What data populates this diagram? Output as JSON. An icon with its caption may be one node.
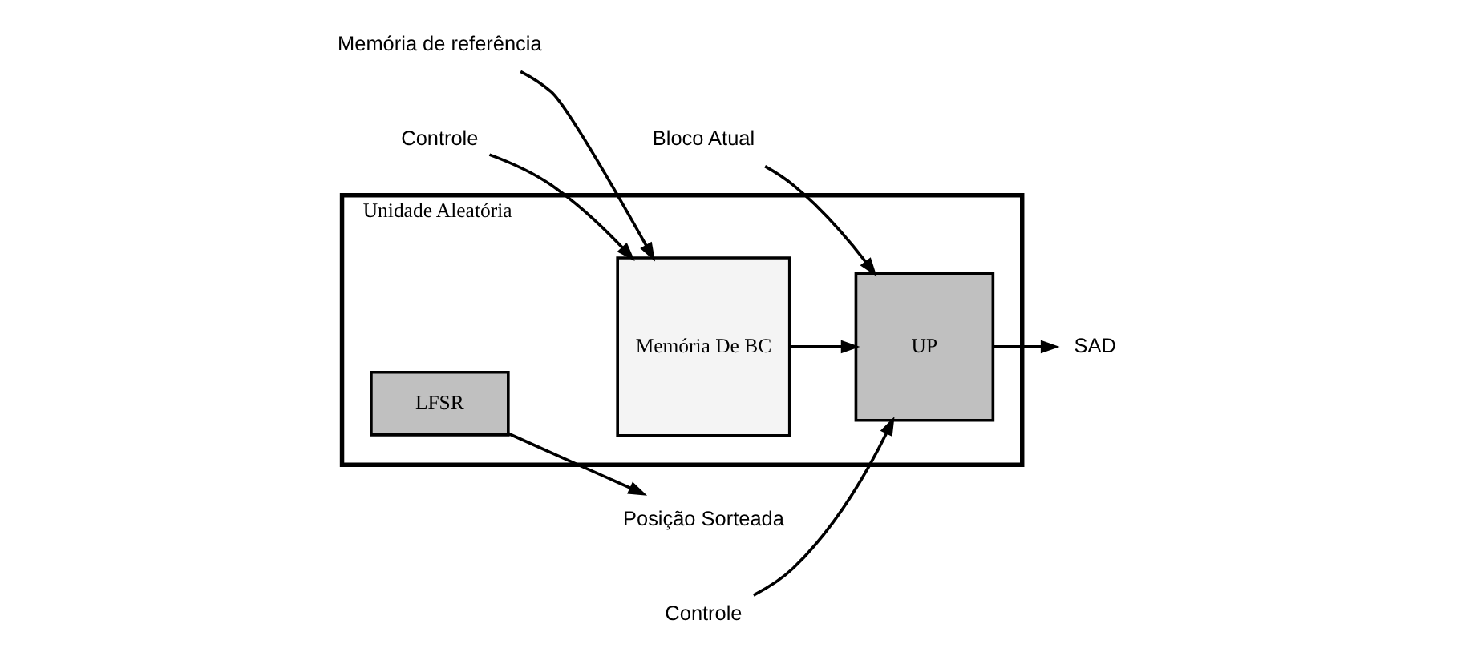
{
  "diagram": {
    "nodes": [
      {
        "text": [
          "Unidade Aleatória"
        ]
      },
      {
        "text": [
          "Memória De BC"
        ],
        "in": 0
      },
      {
        "text": [
          "UP"
        ],
        "in": 0
      },
      {
        "text": [
          "LFSR"
        ],
        "in": 0
      },
      {
        "text": [
          "Bloco Atual"
        ]
      },
      {
        "text": [
          "Memória de referência"
        ]
      },
      {
        "text": [
          "Controle"
        ]
      },
      {
        "text": [
          "Controle"
        ]
      },
      {
        "text": [
          "SAD"
        ]
      },
      {
        "text": [
          "Posição Sorteada"
        ]
      }
    ],
    "edges": [
      {
        "from": 4,
        "to": 2,
        "arrow": "to"
      },
      {
        "from": 5,
        "to": 1,
        "arrow": "to"
      },
      {
        "from": 1,
        "to": 2,
        "arrow": "to"
      },
      {
        "from": 6,
        "to": 1,
        "arrow": "to"
      },
      {
        "from": 7,
        "to": 2,
        "arrow": "to"
      },
      {
        "from": 2,
        "to": 8,
        "arrow": "to"
      },
      {
        "from": 3,
        "to": 9,
        "arrow": "to"
      }
    ]
  }
}
